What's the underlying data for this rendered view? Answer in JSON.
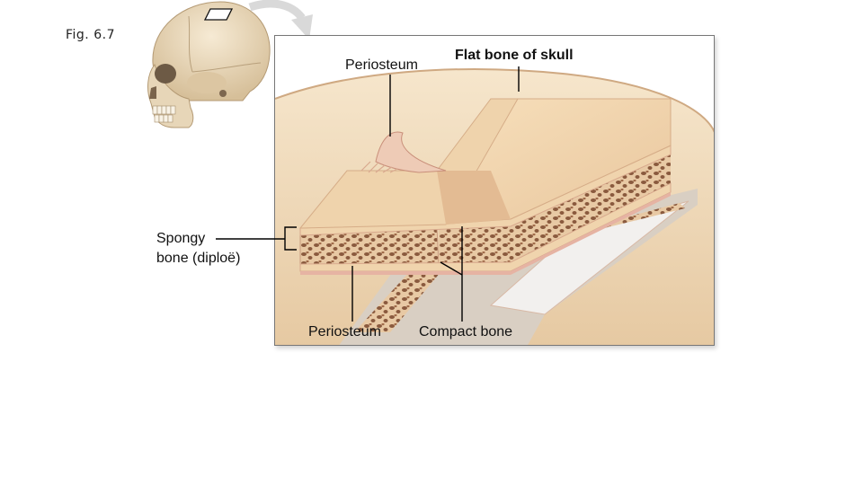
{
  "figure": {
    "caption": "Fig. 6.7",
    "colors": {
      "skull_bone": "#ecdcc0",
      "skull_shadow": "#c9b08c",
      "background_tissue": "#f0d9b6",
      "compact_bone": "#f2d5aa",
      "spongy_bone": "#c8a27a",
      "periosteum": "#e7b7a7",
      "leader_line": "#000000"
    }
  },
  "labels": {
    "periosteum_top": "Periosteum",
    "flat_bone": "Flat bone of skull",
    "spongy_line1": "Spongy",
    "spongy_line2": "bone (diploë)",
    "periosteum_bottom": "Periosteum",
    "compact_bone": "Compact bone"
  }
}
